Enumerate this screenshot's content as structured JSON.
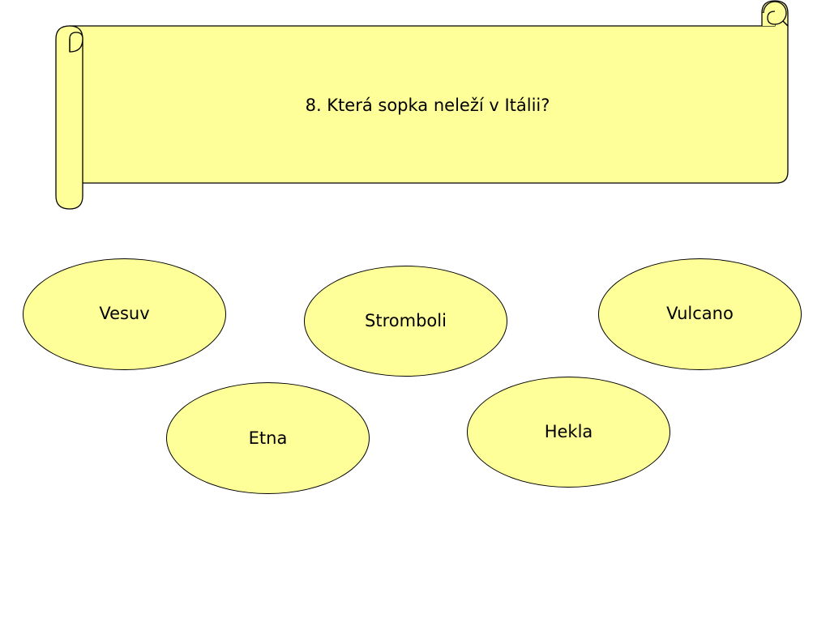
{
  "question": {
    "text": "8. Která sopka neleží v Itálii?"
  },
  "options": [
    {
      "label": "Vesuv"
    },
    {
      "label": "Stromboli"
    },
    {
      "label": "Vulcano"
    },
    {
      "label": "Etna"
    },
    {
      "label": "Hekla"
    }
  ],
  "colors": {
    "fill": "#ffff99",
    "outline": "#000000",
    "background": "#ffffff"
  }
}
